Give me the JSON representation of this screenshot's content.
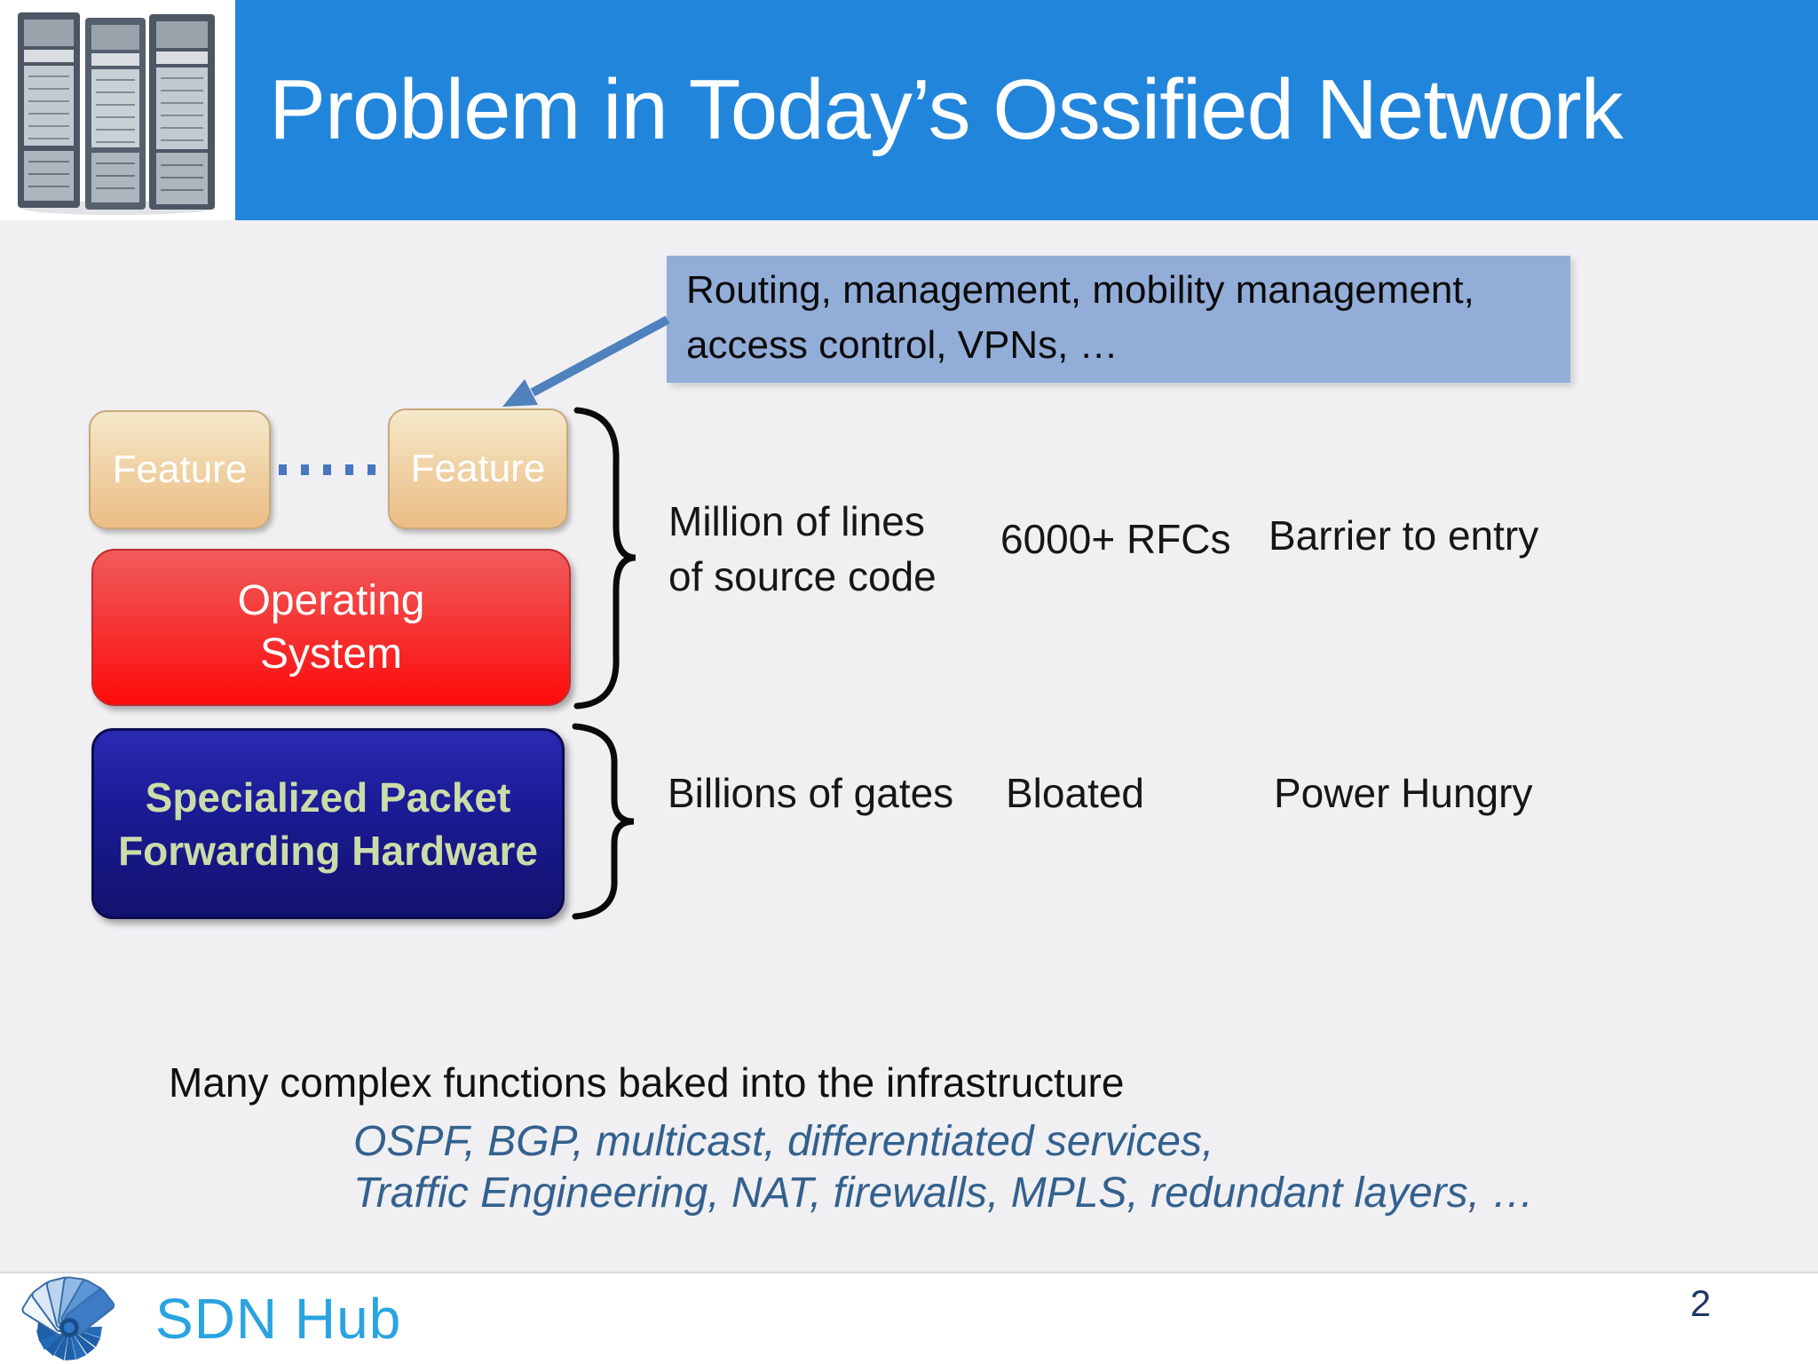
{
  "slide": {
    "title": "Problem in Today’s Ossified Network",
    "page_number": "2"
  },
  "callout": {
    "line1": "Routing, management, mobility management,",
    "line2": "access control, VPNs, …"
  },
  "stack": {
    "feature_left": "Feature",
    "feature_right": "Feature",
    "os_line1": "Operating",
    "os_line2": "System",
    "hw_line1": "Specialized Packet",
    "hw_line2": "Forwarding Hardware"
  },
  "annotations": {
    "software_row": {
      "col1_line1": "Million of lines",
      "col1_line2": "of source code",
      "col2": "6000+ RFCs",
      "col3": "Barrier to entry"
    },
    "hardware_row": {
      "col1": "Billions of gates",
      "col2": "Bloated",
      "col3": "Power Hungry"
    }
  },
  "bottom": {
    "line1": "Many complex functions baked into the infrastructure",
    "line2": "OSPF, BGP, multicast, differentiated services,",
    "line3": "Traffic Engineering, NAT, firewalls, MPLS, redundant layers, …"
  },
  "footer": {
    "logo_text": "SDN Hub"
  },
  "colors": {
    "header_blue": "#2285DC",
    "body_background": "#F0EFF2",
    "callout_blue": "#93ADD9",
    "feature_tan_top": "#F6E9CC",
    "feature_tan_bottom": "#EBBD86",
    "os_red": "#F63030",
    "hw_navy": "#1B1B96",
    "hw_text_green": "#CBDCA8",
    "arrow_blue": "#4F81BD",
    "dots_blue": "#4677C0",
    "italic_blue": "#33618E",
    "logo_cyan": "#29A4E1",
    "page_number_navy": "#1F3864"
  }
}
